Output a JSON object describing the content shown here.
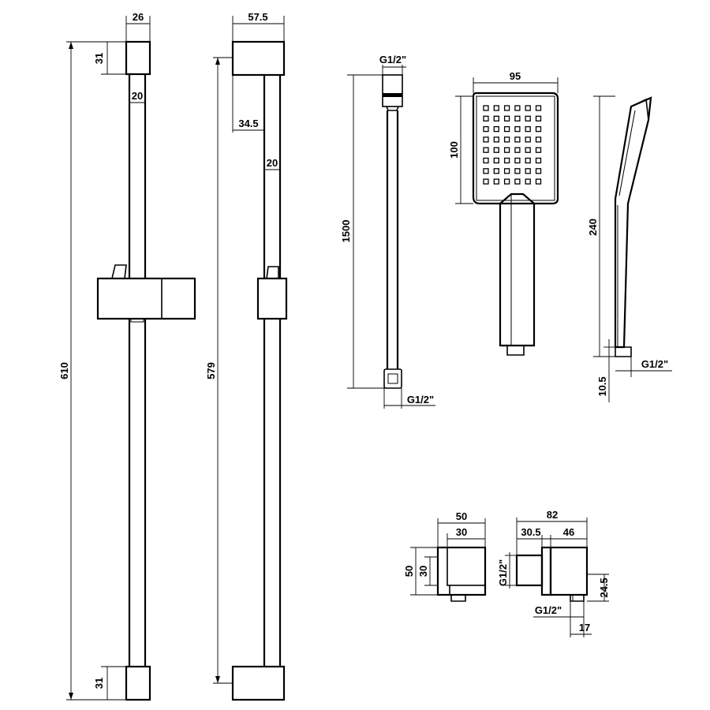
{
  "rail_front": {
    "width": "26",
    "top_cap_height": "31",
    "bar_width": "20",
    "total_length": "610",
    "bottom_cap_height": "31"
  },
  "rail_side": {
    "width": "57.5",
    "offset": "34.5",
    "bar_width": "20",
    "centres": "579"
  },
  "hose": {
    "top_thread": "G1/2\"",
    "length": "1500",
    "bottom_thread": "G1/2\""
  },
  "handset_front": {
    "head_width": "95",
    "head_height": "100"
  },
  "handset_side": {
    "length": "240",
    "thread": "G1/2\"",
    "base_height": "10.5"
  },
  "outlet_front": {
    "outer_width": "50",
    "inner_width": "30",
    "outer_height": "50",
    "inner_height": "30"
  },
  "outlet_side": {
    "total_depth": "82",
    "flange_depth": "30.5",
    "body_depth": "46",
    "back_thread": "G1/2\"",
    "height": "24.5",
    "outlet_thread": "G1/2\"",
    "outlet_offset": "17"
  }
}
